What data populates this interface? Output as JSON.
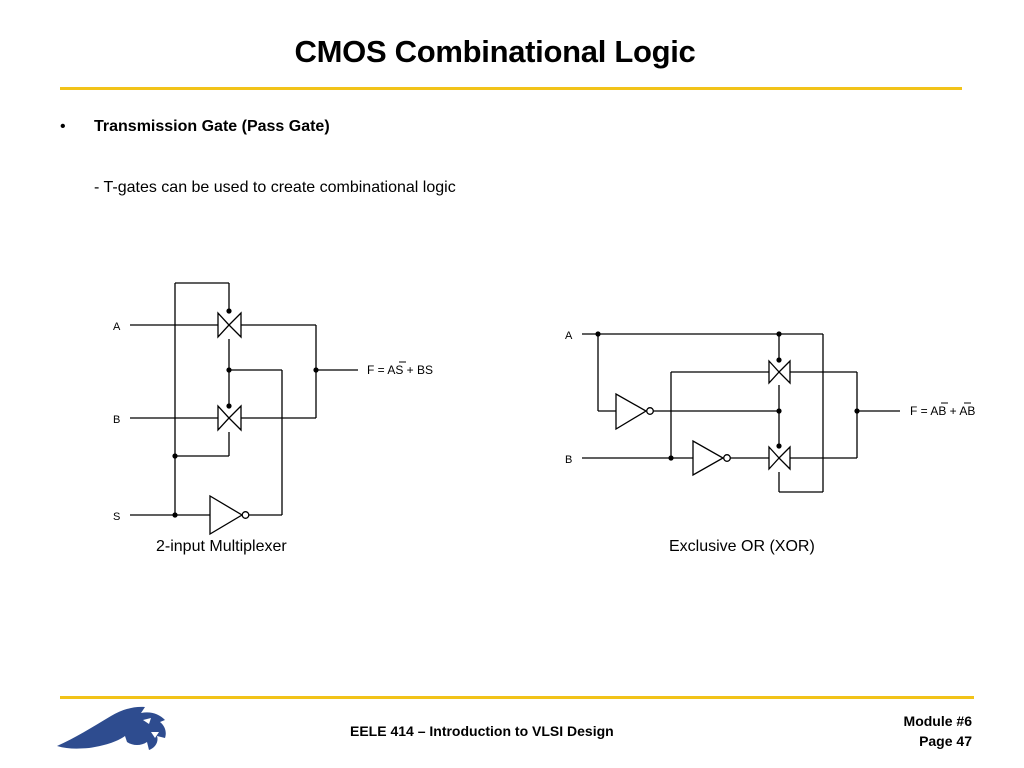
{
  "slide": {
    "title": "CMOS Combinational Logic",
    "bullet_symbol": "•",
    "bullet_heading": "Transmission Gate (Pass Gate)",
    "sub_point": "- T-gates can be used to create combinational logic"
  },
  "mux": {
    "label_a": "A",
    "label_b": "B",
    "label_s": "S",
    "output_expr": "F = AS + BS",
    "caption": "2-input Multiplexer"
  },
  "xor": {
    "label_a": "A",
    "label_b": "B",
    "output_expr": "F = AB + AB",
    "caption": "Exclusive OR (XOR)"
  },
  "footer": {
    "course": "EELE 414 – Introduction to VLSI Design",
    "module": "Module #6",
    "page": "Page 47"
  },
  "colors": {
    "accent_rule": "#F2C318",
    "logo_blue": "#2E4C8F"
  }
}
